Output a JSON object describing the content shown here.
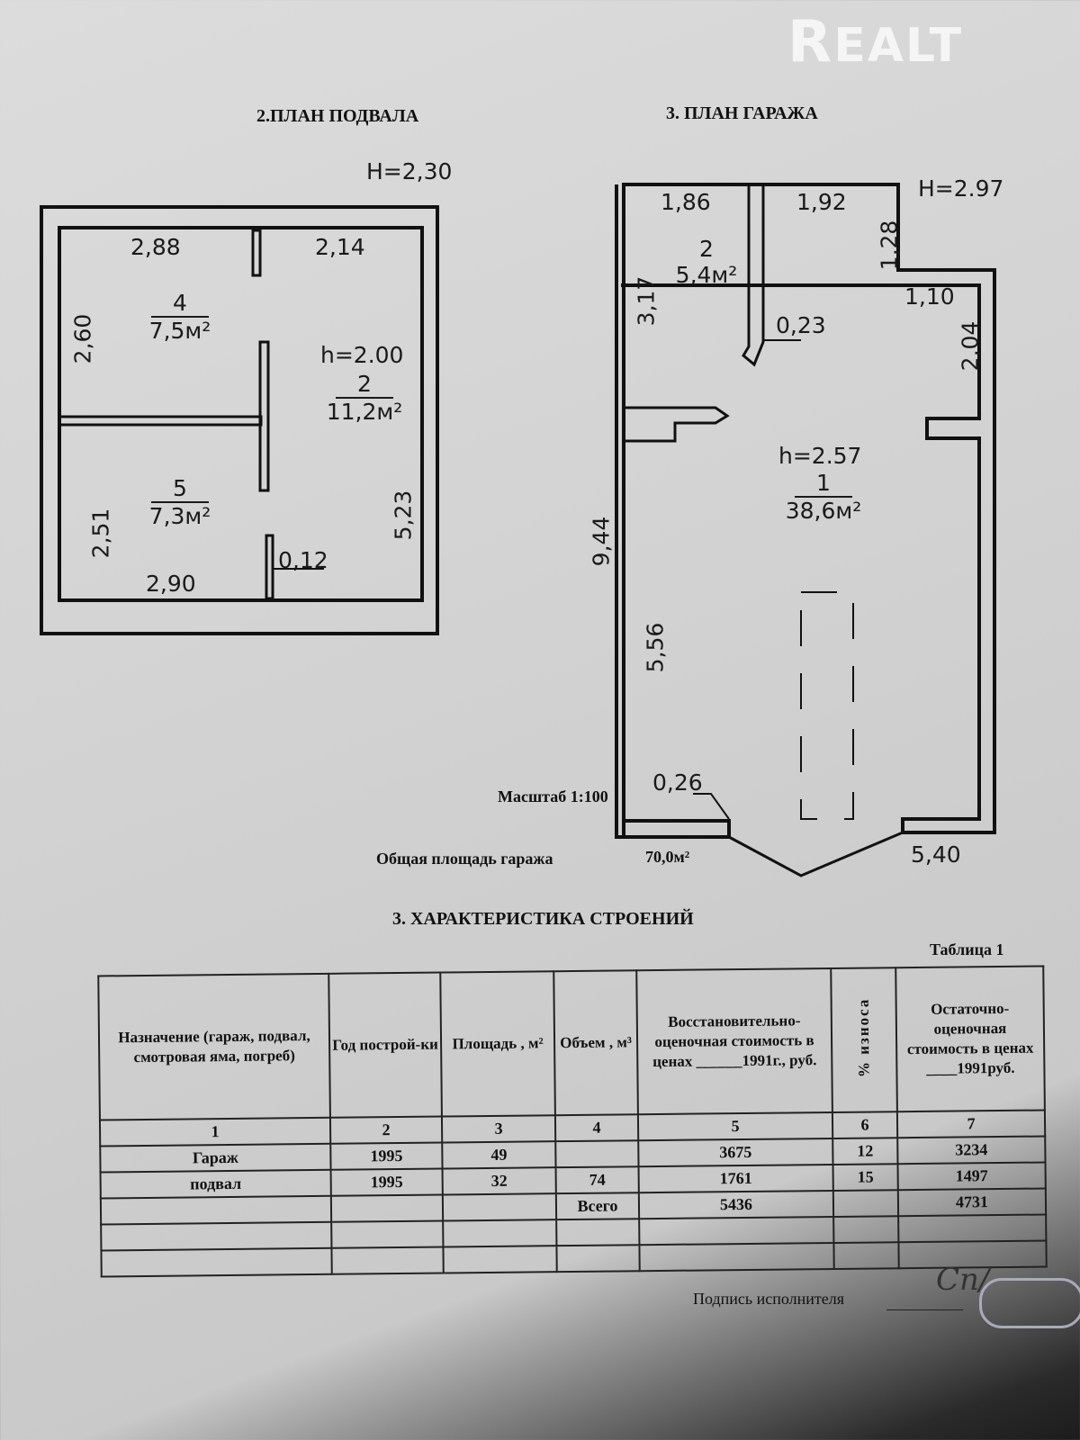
{
  "watermark": "REALT",
  "basement": {
    "title": "2.ПЛАН ПОДВАЛА",
    "height_label": "H=2,30",
    "dims": {
      "top_left": "2,88",
      "top_right": "2,14",
      "left_upper": "2,60",
      "left_lower": "2,51",
      "bottom": "2,90",
      "right": "5,23",
      "wall": "0,12"
    },
    "rooms": [
      {
        "num": "4",
        "area": "7,5м²"
      },
      {
        "num": "2",
        "area": "11,2м²",
        "height": "h=2.00"
      },
      {
        "num": "5",
        "area": "7,3м²"
      }
    ]
  },
  "garage": {
    "title": "3. ПЛАН ГАРАЖА",
    "height_label": "H=2.97",
    "dims": {
      "top_left": "1,86",
      "top_right": "1,92",
      "notch_v": "1,28",
      "notch_h": "1,10",
      "right_v": "2,04",
      "room2_h": "3,17",
      "partition": "0,23",
      "left_total": "9,44",
      "left_lower": "5,56",
      "bottom_wall": "0,26",
      "bottom": "5,40"
    },
    "rooms": [
      {
        "num": "2",
        "area": "5,4м²"
      },
      {
        "num": "1",
        "area": "38,6м²",
        "height": "h=2.57"
      }
    ],
    "scale_label": "Масштаб 1:100",
    "total_label": "Общая площадь гаража",
    "total_value": "70,0м²"
  },
  "section": {
    "title": "3. ХАРАКТЕРИСТИКА СТРОЕНИЙ",
    "table_label": "Таблица 1"
  },
  "table": {
    "headers": [
      "Назначение (гараж, подвал, смотровая яма, погреб)",
      "Год построй-ки",
      "Площадь , м²",
      "Объем , м³",
      "Восстановительно-оценочная стоимость в ценах ______1991г., руб.",
      "% износа",
      "Остаточно-оценочная стоимость в ценах ____1991руб."
    ],
    "col_numbers": [
      "1",
      "2",
      "3",
      "4",
      "5",
      "6",
      "7"
    ],
    "rows": [
      [
        "Гараж",
        "1995",
        "49",
        "",
        "3675",
        "12",
        "3234"
      ],
      [
        "подвал",
        "1995",
        "32",
        "74",
        "1761",
        "15",
        "1497"
      ],
      [
        "",
        "",
        "",
        "Всего",
        "5436",
        "",
        "4731"
      ],
      [
        "",
        "",
        "",
        "",
        "",
        "",
        ""
      ],
      [
        "",
        "",
        "",
        "",
        "",
        "",
        ""
      ]
    ]
  },
  "signature_label": "Подпись исполнителя"
}
